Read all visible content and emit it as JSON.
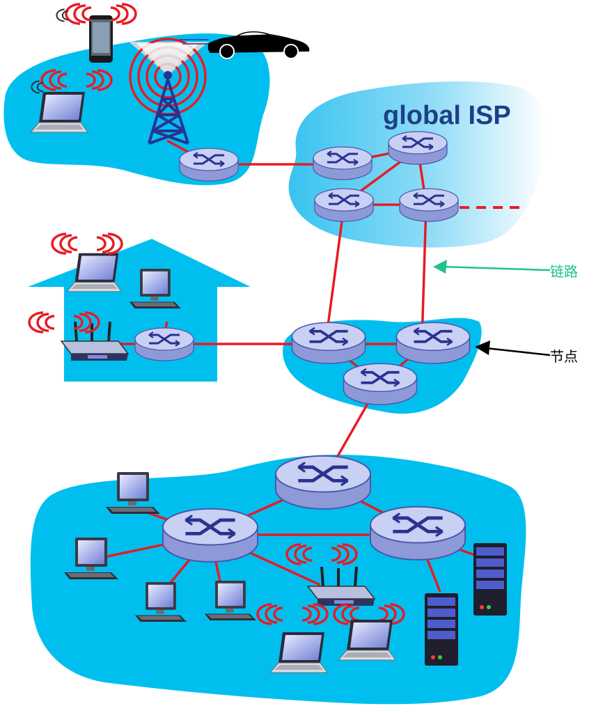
{
  "labels": {
    "global_isp": "global ISP",
    "link": "链路",
    "node": "节点"
  },
  "colors": {
    "network_cloud": "#00bfef",
    "isp_cloud": "#3fc7f2",
    "link_line": "#e81b23",
    "link_label": "#1ec38a",
    "node_label": "#000000",
    "isp_text": "#1e3f86",
    "router_fill": "#c4cdf2",
    "router_edge": "#4a55a8"
  },
  "icons": {
    "router": "router-icon",
    "cell_tower": "cell-tower-icon",
    "smartphone": "smartphone-icon",
    "car": "car-icon",
    "laptop": "laptop-icon",
    "desktop": "desktop-computer-icon",
    "wifi_router": "wifi-access-point-icon",
    "server": "server-icon",
    "wireless": "wireless-signal-icon"
  }
}
